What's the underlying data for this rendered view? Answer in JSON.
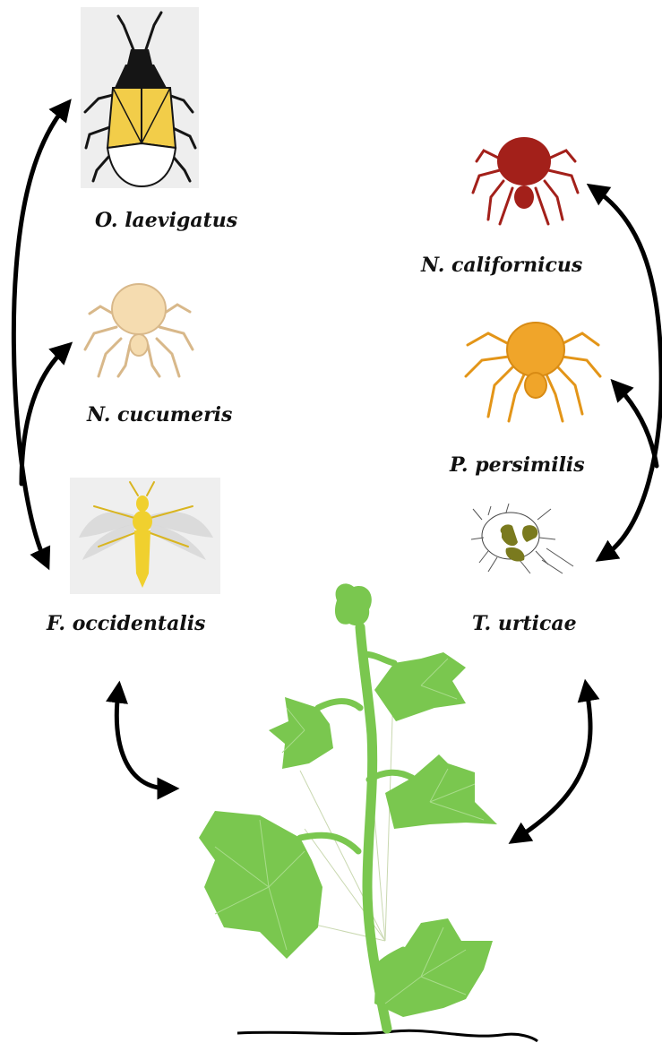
{
  "diagram": {
    "organisms": {
      "o_laevigatus": {
        "label": "O. laevigatus"
      },
      "n_cucumeris": {
        "label": "N. cucumeris"
      },
      "f_occidentalis": {
        "label": "F. occidentalis"
      },
      "n_californicus": {
        "label": "N. californicus"
      },
      "p_persimilis": {
        "label": "P. persimilis"
      },
      "t_urticae": {
        "label": "T. urticae"
      }
    },
    "colors": {
      "arrow": "#000000",
      "leaf": "#7ac74f",
      "leaf_dark": "#5aa83a",
      "stem": "#7ac74f",
      "bug_yellow": "#f2cd49",
      "bug_black": "#151515",
      "mite_cream": "#f5dcb0",
      "mite_red": "#a3201a",
      "mite_orange": "#f0a52a",
      "thrips_yellow": "#f0d02e",
      "spider_mite_olive": "#7a7a1e"
    },
    "icons": {
      "plant": "cucumber-plant-icon",
      "pirate-bug": "minute-pirate-bug-icon",
      "predatory-mites": "predatory-mite-icon",
      "thrips": "thrips-icon",
      "spider-mite": "spider-mite-icon"
    }
  }
}
